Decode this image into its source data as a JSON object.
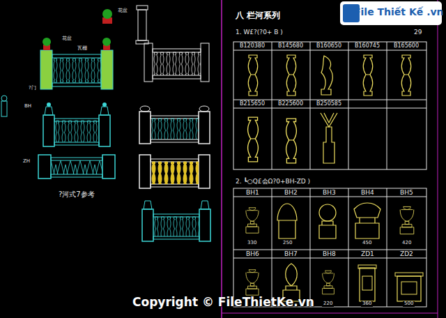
{
  "diagram": {
    "title": "八 栏河系列",
    "caption": "?河式7参考",
    "labels": [
      "花盆",
      "花盆",
      "瓦棚",
      "?门",
      "BH",
      "ZH",
      "1. W£?(?0+ B )",
      "29",
      "B120380",
      "B145680",
      "B160650",
      "B160745",
      "B165600",
      "B215650",
      "B225600",
      "B250585",
      "2. ┗○Q£会Ω?0+BH-ZD )",
      "BH1",
      "BH2",
      "BH3",
      "BH4",
      "BH5",
      "BH6",
      "BH7",
      "BH8",
      "ZD1",
      "ZD2",
      "330",
      "250",
      "450",
      "420",
      "220",
      "360",
      "500",
      "Copyright © FileThietKe.vn",
      "File Thiết Kế .vn"
    ]
  }
}
